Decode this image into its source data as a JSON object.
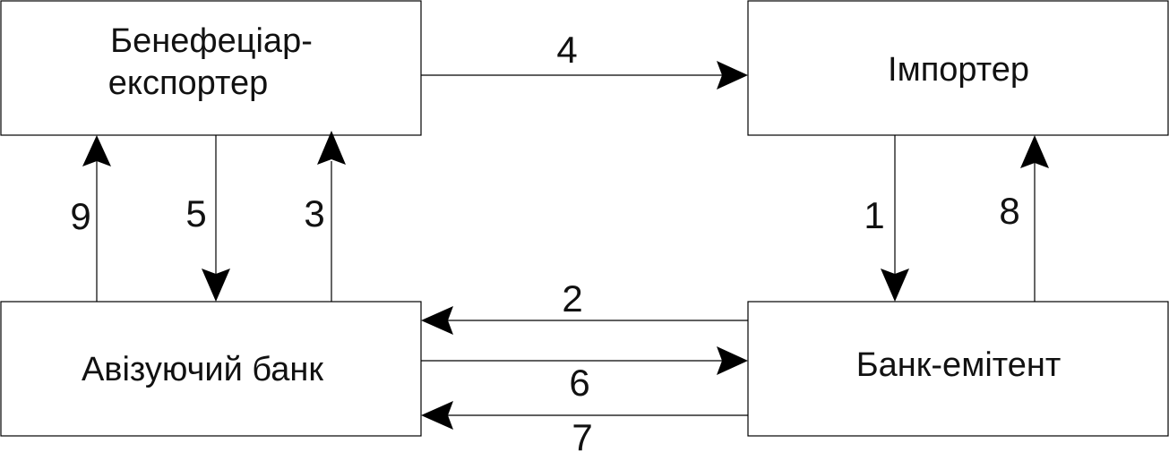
{
  "nodes": {
    "beneficiary": [
      "Бенефеціар-",
      "експортер"
    ],
    "importer": "Імпортер",
    "advising_bank": "Авізуючий банк",
    "issuing_bank": "Банк-емітент"
  },
  "steps": {
    "s1": "1",
    "s2": "2",
    "s3": "3",
    "s4": "4",
    "s5": "5",
    "s6": "6",
    "s7": "7",
    "s8": "8",
    "s9": "9"
  }
}
